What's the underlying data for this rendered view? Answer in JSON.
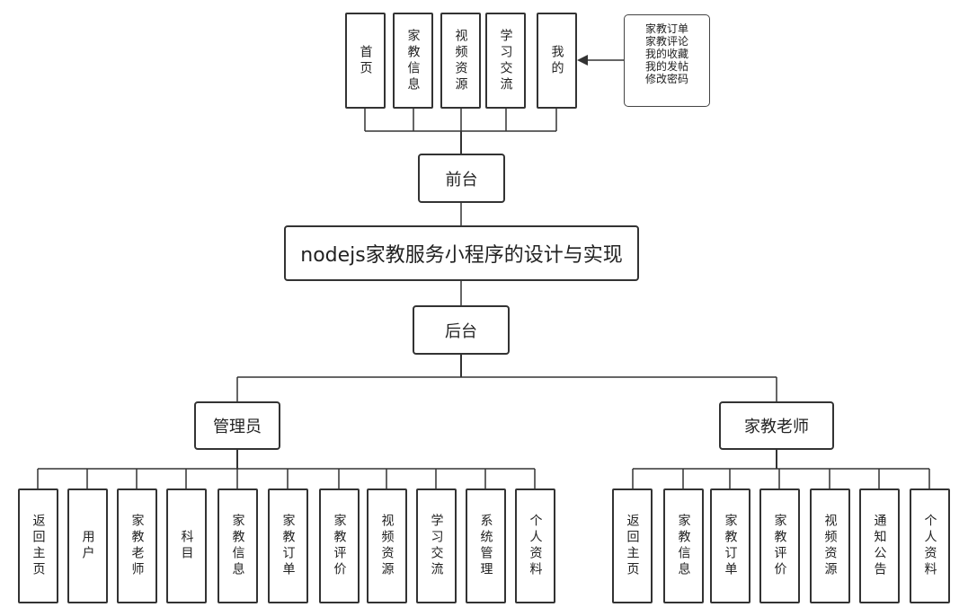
{
  "frontend": {
    "label": "前台",
    "items": [
      "首页",
      "家教信息",
      "视频资源",
      "学习交流",
      "我的"
    ],
    "my_submenu": [
      "家教订单",
      "家教评论",
      "我的收藏",
      "我的发帖",
      "修改密码"
    ]
  },
  "system_title": "nodejs家教服务小程序的设计与实现",
  "backend": {
    "label": "后台",
    "admin": {
      "label": "管理员",
      "items": [
        "返回主页",
        "用户",
        "家教老师",
        "科目",
        "家教信息",
        "家教订单",
        "家教评价",
        "视频资源",
        "学习交流",
        "系统管理",
        "个人资料"
      ]
    },
    "teacher": {
      "label": "家教老师",
      "items": [
        "返回主页",
        "家教信息",
        "家教订单",
        "家教评价",
        "视频资源",
        "通知公告",
        "个人资料"
      ]
    }
  }
}
